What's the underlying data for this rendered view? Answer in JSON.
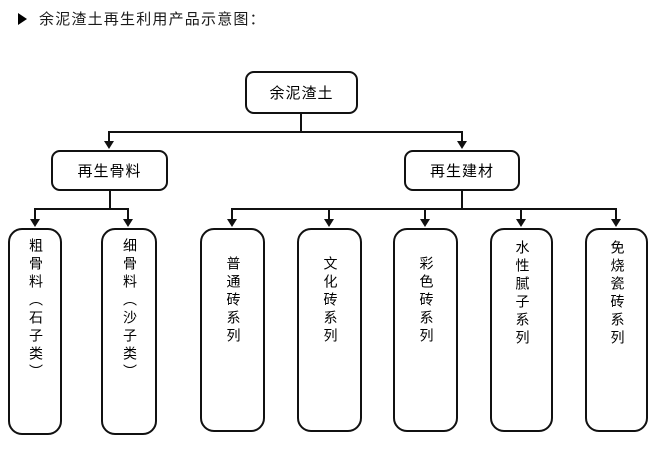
{
  "header": {
    "bullet_icon": "triangle-right-icon",
    "text": "余泥渣土再生利用产品示意图："
  },
  "diagram": {
    "type": "tree-flowchart",
    "root": {
      "id": "root",
      "label": "余泥渣土"
    },
    "level2": [
      {
        "id": "aggregate",
        "label": "再生骨料"
      },
      {
        "id": "building-material",
        "label": "再生建材"
      }
    ],
    "leaves": [
      {
        "id": "coarse-aggregate",
        "label": "粗骨料（石子类）",
        "parent": "aggregate"
      },
      {
        "id": "fine-aggregate",
        "label": "细骨料（沙子类）",
        "parent": "aggregate"
      },
      {
        "id": "ordinary-brick",
        "label": "普通砖系列",
        "parent": "building-material"
      },
      {
        "id": "culture-brick",
        "label": "文化砖系列",
        "parent": "building-material"
      },
      {
        "id": "color-brick",
        "label": "彩色砖系列",
        "parent": "building-material"
      },
      {
        "id": "water-putty",
        "label": "水性腻子系列",
        "parent": "building-material"
      },
      {
        "id": "unfired-tile",
        "label": "免烧瓷砖系列",
        "parent": "building-material"
      }
    ],
    "colors": {
      "background": "#ffffff",
      "stroke": "#111111",
      "text": "#000000"
    }
  }
}
